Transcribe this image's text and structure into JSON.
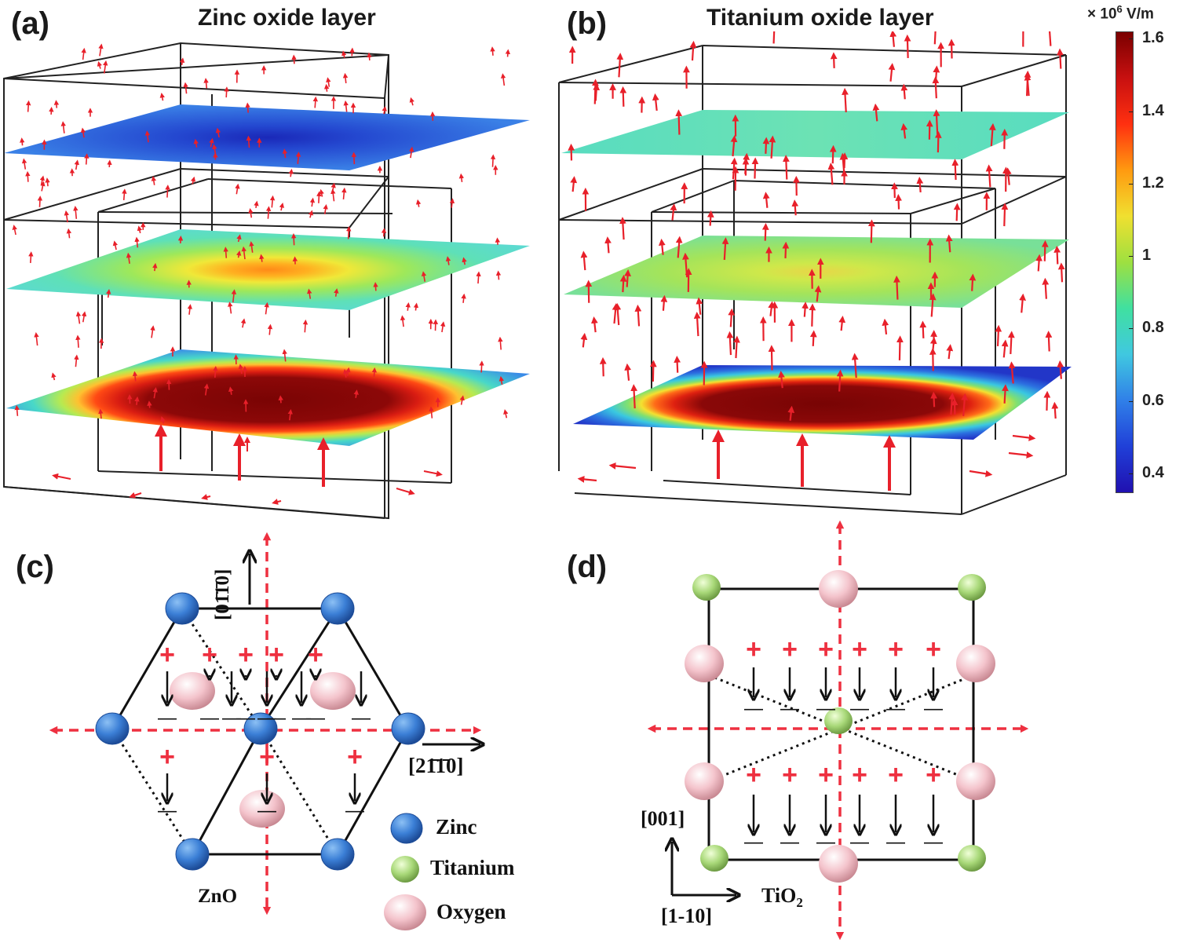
{
  "panels": {
    "a": {
      "label": "(a)",
      "title": "Zinc oxide layer"
    },
    "b": {
      "label": "(b)",
      "title": "Titanium oxide layer"
    },
    "c": {
      "label": "(c)"
    },
    "d": {
      "label": "(d)"
    }
  },
  "colorbar": {
    "unit_prefix": "× 10",
    "unit_exp": "6",
    "unit_suffix": " V/m",
    "ticks": [
      "1.6",
      "1.4",
      "1.2",
      "1",
      "0.8",
      "0.6",
      "0.4"
    ],
    "range": [
      0.35,
      1.62
    ],
    "colors": [
      "#7a0000",
      "#c81010",
      "#ff3010",
      "#ff9a10",
      "#f0e030",
      "#9ee040",
      "#40e0a0",
      "#40c8e0",
      "#3080e8",
      "#2040d8",
      "#2010b0"
    ]
  },
  "zno": {
    "dir_up": "[01̄1̄0]",
    "dir_right": "[21̄1̄0]",
    "name": "ZnO",
    "plus": "+",
    "minus": "—"
  },
  "tio2": {
    "dir_up": "[001]",
    "dir_right": "[1-10]",
    "name_base": "TiO",
    "name_sub": "2",
    "plus": "+",
    "minus": "—"
  },
  "legend": {
    "zinc": "Zinc",
    "titanium": "Titanium",
    "oxygen": "Oxygen"
  },
  "colors": {
    "arrow_field": "#e8202a",
    "dashed_axis": "#ee3040",
    "zinc_atom": "#3b7fd6",
    "titanium_atom": "#a8d878",
    "oxygen_atom": "#f4c4cc"
  }
}
